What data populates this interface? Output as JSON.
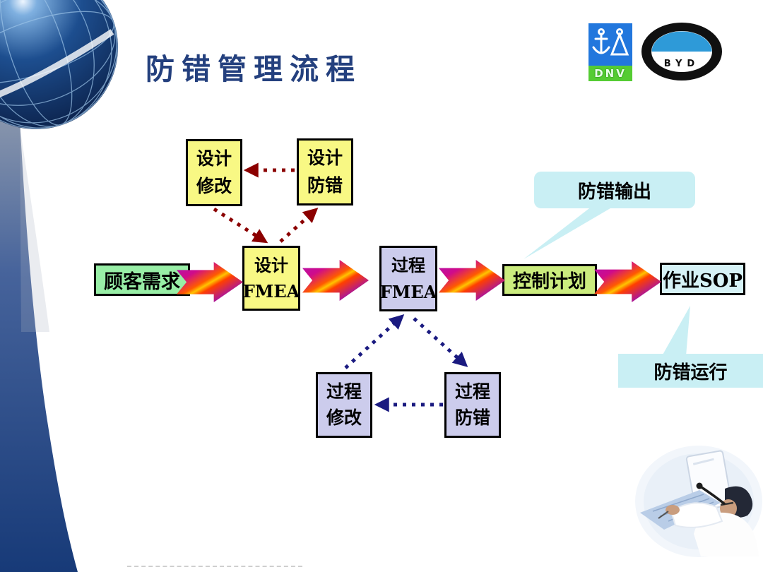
{
  "slide": {
    "title": "防错管理流程",
    "logos": {
      "dnv": "DNV",
      "byd": "BYD"
    },
    "flowchart": {
      "main_flow": {
        "customer_needs": "顾客需求",
        "design_fmea": {
          "line1": "设计",
          "line2": "FMEA"
        },
        "process_fmea": {
          "line1": "过程",
          "line2": "FMEA"
        },
        "control_plan": "控制计划",
        "operation_sop": "作业SOP"
      },
      "design_cycle": {
        "design_modify": {
          "line1": "设计",
          "line2": "修改"
        },
        "design_proofing": {
          "line1": "设计",
          "line2": "防错"
        }
      },
      "process_cycle": {
        "process_modify": {
          "line1": "过程",
          "line2": "修改"
        },
        "process_proofing": {
          "line1": "过程",
          "line2": "防错"
        }
      },
      "callouts": {
        "proofing_output": "防错输出",
        "proofing_operation": "防错运行"
      }
    },
    "colors": {
      "title_text": "#24407e",
      "yellow_box": "#f8f884",
      "lavender_box": "#ccccec",
      "green_box": "#98eea6",
      "lime_box": "#cbec7e",
      "cyan_box": "#d6f2f6",
      "callout": "#c9eff4",
      "design_cycle_arrow": "#8b0000",
      "process_cycle_arrow": "#1a1a80",
      "dnv_blue": "#2277dd",
      "dnv_green": "#55cc33",
      "byd_blue": "#2e9ad8",
      "swoosh_blue": "#173a78"
    }
  }
}
